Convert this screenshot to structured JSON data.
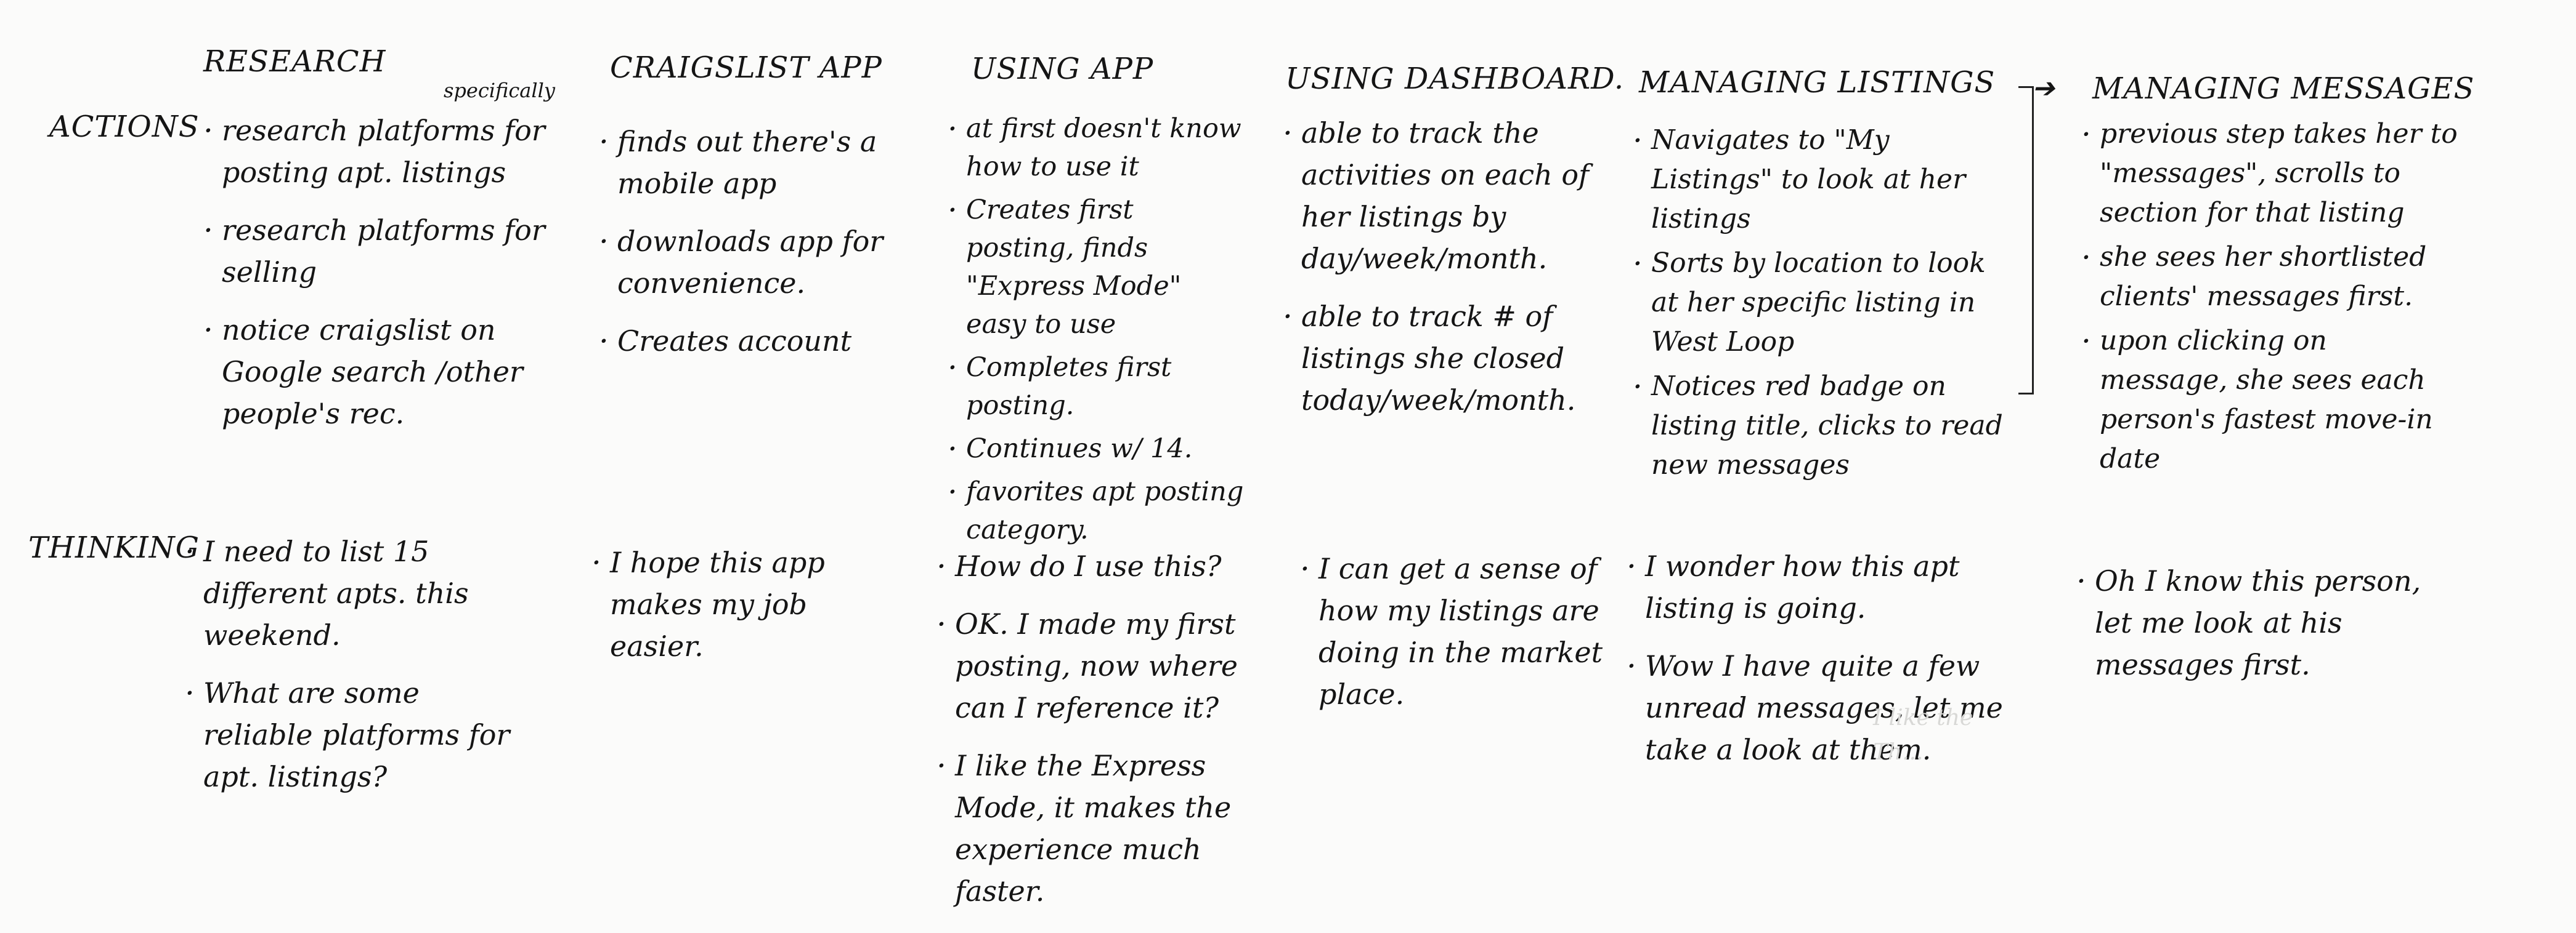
{
  "rows": {
    "actions": "ACTIONS",
    "thinking": "THINKING"
  },
  "columns": [
    {
      "title": "RESEARCH",
      "actions": [
        "research platforms for posting apt. listings",
        "research platforms for selling",
        "notice craigslist on Google search /other people's rec."
      ],
      "thinking": [
        "I need to list 15 different apts. this weekend.",
        "What are some reliable platforms for apt. listings?"
      ]
    },
    {
      "title": "CRAIGSLIST APP",
      "actions": [
        "finds out there's a mobile app",
        "downloads app for convenience.",
        "Creates account"
      ],
      "thinking": [
        "I hope this app makes my job easier."
      ]
    },
    {
      "title": "USING APP",
      "actions": [
        "at first doesn't know how to use it",
        "Creates first posting, finds \"Express Mode\" easy to use",
        "Completes first posting.",
        "Continues w/ 14.",
        "favorites apt posting category."
      ],
      "thinking": [
        "How do I use this?",
        "OK. I made my first posting, now where can I reference it?",
        "I like the Express Mode, it makes the experience much faster."
      ]
    },
    {
      "title": "USING DASHBOARD.",
      "actions": [
        "able to track the activities on each of her listings by day/week/month.",
        "able to track # of listings she closed today/week/month."
      ],
      "thinking": [
        "I can get a sense of how my listings are doing in the market place."
      ]
    },
    {
      "title": "MANAGING LISTINGS",
      "actions": [
        "Navigates to \"My Listings\" to look at her listings",
        "Sorts by location to look at her specific listing in West Loop",
        "Notices red badge on listing title, clicks to read new messages"
      ],
      "thinking": [
        "I wonder how this apt listing is going.",
        "Wow I have quite a few unread messages, let me take a look at them."
      ]
    },
    {
      "title": "MANAGING MESSAGES",
      "actions": [
        "previous step takes her to \"messages\", scrolls to section for that listing",
        "she sees her shortlisted clients' messages first.",
        "upon clicking on message, she sees each person's fastest move-in date"
      ],
      "thinking": [
        "Oh I know this person, let me look at his messages first."
      ]
    }
  ],
  "annotation": "specifically",
  "bleed_through": [
    "I like the",
    "Th..."
  ]
}
